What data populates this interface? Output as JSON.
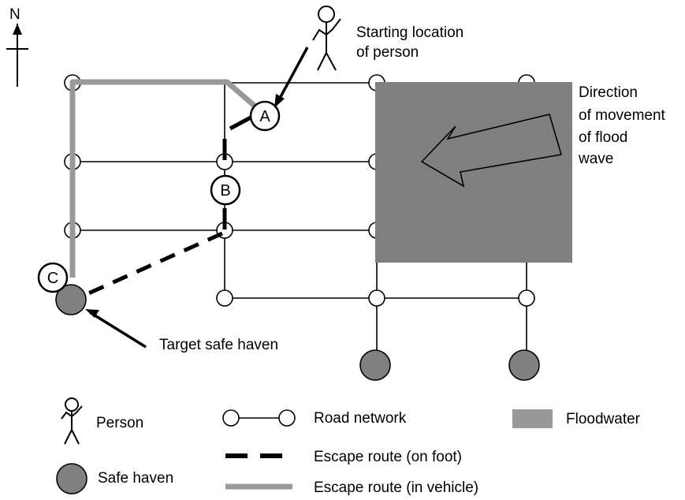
{
  "compass": {
    "label": "N"
  },
  "labels": {
    "start": [
      "Starting location",
      "of person"
    ],
    "direction": [
      "Direction",
      "of movement",
      "of flood",
      "wave"
    ],
    "target": "Target safe haven"
  },
  "points": {
    "a": "A",
    "b": "B",
    "c": "C"
  },
  "legend": {
    "person": "Person",
    "safe_haven": "Safe haven",
    "road_network": "Road network",
    "escape_foot": "Escape route (on foot)",
    "escape_vehicle": "Escape route (in vehicle)",
    "floodwater": "Floodwater"
  },
  "colors": {
    "floodwater": "#808080",
    "vehicle_route": "#999999",
    "legend_floodwater": "#999999",
    "haven": "#808080"
  }
}
